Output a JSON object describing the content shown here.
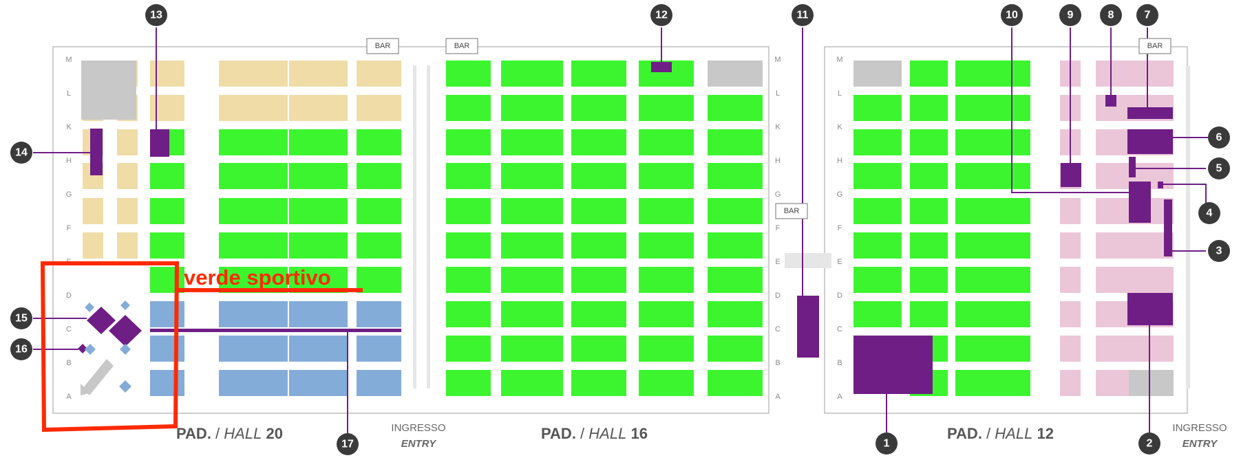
{
  "rows_left": [
    "M",
    "L",
    "K",
    "H",
    "G",
    "F",
    "E",
    "D",
    "C",
    "B",
    "A"
  ],
  "rows_right": [
    "M",
    "L",
    "K",
    "H",
    "G",
    "F",
    "E",
    "D",
    "C",
    "B",
    "A"
  ],
  "bar_label": "BAR",
  "halls": {
    "hall20": {
      "pad": "PAD.",
      "sep": " / ",
      "hall": "HALL",
      "num": "20"
    },
    "hall16": {
      "pad": "PAD.",
      "sep": " / ",
      "hall": "HALL",
      "num": "16"
    },
    "hall12": {
      "pad": "PAD.",
      "sep": " / ",
      "hall": "HALL",
      "num": "12"
    }
  },
  "entries": {
    "center": {
      "line1": "INGRESSO",
      "line2": "ENTRY"
    },
    "right": {
      "line1": "INGRESSO",
      "line2": "ENTRY"
    }
  },
  "overlay_label": "verde sportivo",
  "markers": [
    "1",
    "2",
    "3",
    "4",
    "5",
    "6",
    "7",
    "8",
    "9",
    "10",
    "11",
    "12",
    "13",
    "14",
    "15",
    "16",
    "17"
  ],
  "colors": {
    "booked_green": "#3cf52e",
    "hall20_tan": "#efdca7",
    "hall12_pink": "#ebc6d8",
    "sport_blue": "#84acd9",
    "highlight_purple": "#6f1e86",
    "overlay_red": "#ff2a00"
  }
}
